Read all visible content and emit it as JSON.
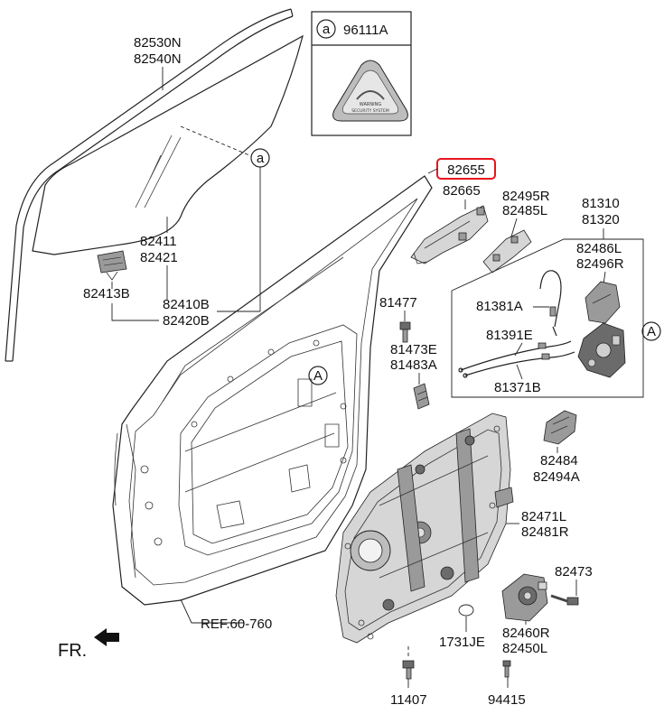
{
  "callout": {
    "letter": "a",
    "part_number": "96111A",
    "badge_text_top": "WARNING",
    "badge_text_bottom": "SECURITY SYSTEM"
  },
  "labels": {
    "glass_run_1": "82530N",
    "glass_run_2": "82540N",
    "glass_1": "82411",
    "glass_2": "82421",
    "clip": "82413B",
    "glass_assy_1": "82410B",
    "glass_assy_2": "82420B",
    "highlighted": "82655",
    "p82665": "82665",
    "p82495r": "82495R",
    "p82485l": "82485L",
    "latch_1": "81310",
    "latch_2": "81320",
    "p82486l": "82486L",
    "p82496r": "82496R",
    "p81477": "81477",
    "p81381a": "81381A",
    "p81473e": "81473E",
    "p81483a": "81483A",
    "p81391e": "81391E",
    "p81371b": "81371B",
    "p82484": "82484",
    "p82494a": "82494A",
    "p82471l": "82471L",
    "p82481r": "82481R",
    "p82473": "82473",
    "p82460r": "82460R",
    "p82450l": "82450L",
    "p1731je": "1731JE",
    "p11407": "11407",
    "p94415": "94415",
    "ref": "REF.60-760",
    "front": "FR.",
    "circle_a_lower": "a",
    "circle_A_right": "A",
    "circle_A_door": "A"
  },
  "colors": {
    "highlight_box": "#e8141c",
    "line": "#222222"
  }
}
